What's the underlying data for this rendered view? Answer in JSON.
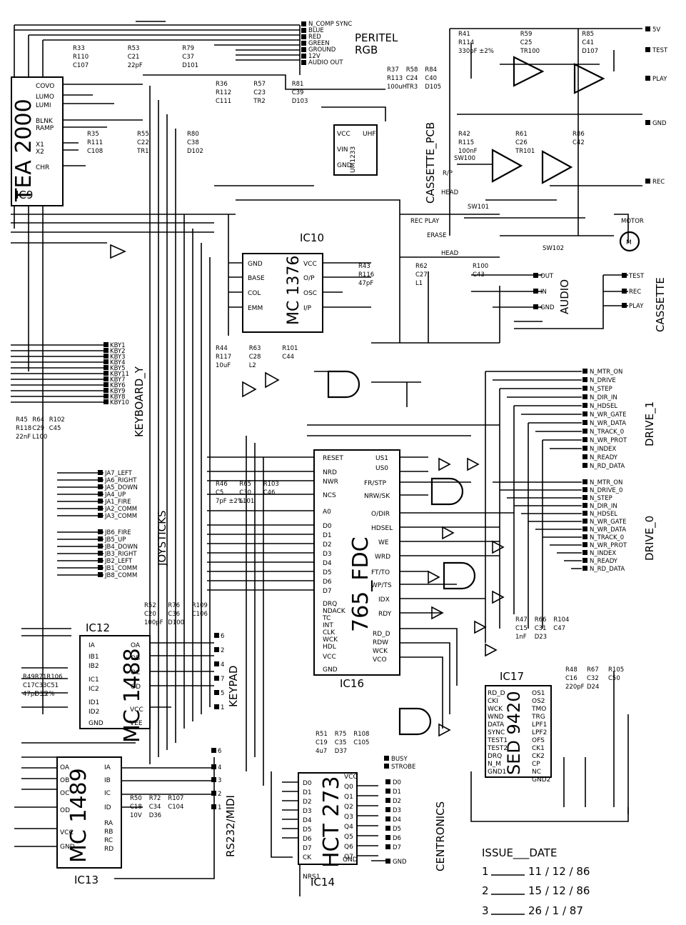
{
  "chips": {
    "tea2000": {
      "name": "TEA 2000",
      "ref": "IC9"
    },
    "mc1376": {
      "name": "MC 1376",
      "ref": "IC10"
    },
    "fdc": {
      "name": "765_FDC",
      "ref": "IC16"
    },
    "mc1488": {
      "name": "MC 1488",
      "ref": "IC12"
    },
    "mc1489": {
      "name": "MC 1489",
      "ref": "IC13"
    },
    "hct273": {
      "name": "HCT 273",
      "ref": "IC14"
    },
    "sed9420": {
      "name": "SED 9420",
      "ref": "IC17"
    },
    "uhf": {
      "name": "UM1233",
      "pins": [
        "VCC",
        "VIN",
        "GND",
        "UHF"
      ]
    }
  },
  "tea_pins": [
    "COVO",
    "LUMO",
    "LUMI",
    "BLNK",
    "RAMP",
    "X1",
    "X2",
    "CHR"
  ],
  "mc1376_pins": [
    "GND",
    "BASE",
    "COL",
    "EMM",
    "VCC",
    "O/P",
    "OSC",
    "I/P"
  ],
  "fdc_left_pins": [
    "RESET",
    "NRD",
    "NWR",
    "NCS",
    "A0",
    "D0",
    "D1",
    "D2",
    "D3",
    "D4",
    "D5",
    "D6",
    "D7",
    "DRQ",
    "NDACK",
    "TC",
    "INT",
    "CLK",
    "WCK",
    "HDL",
    "VCC",
    "GND"
  ],
  "fdc_right_pins": [
    "US1",
    "US0",
    "FR/STP",
    "NRW/SK",
    "O/DIR",
    "HDSEL",
    "WE",
    "WRD",
    "FT/TO",
    "WP/TS",
    "IDX",
    "RDY",
    "RD_D",
    "RDW",
    "WCK",
    "VCO"
  ],
  "mc1488_pins": [
    "IA",
    "IB1",
    "IB2",
    "IC1",
    "IC2",
    "ID1",
    "ID2",
    "GND",
    "OA",
    "OB",
    "OC",
    "OD",
    "VCC",
    "VEE"
  ],
  "mc1489_pins": [
    "OA",
    "OB",
    "OC",
    "OD",
    "VCC",
    "GND",
    "IA",
    "IB",
    "IC",
    "ID",
    "RA",
    "RB",
    "RC",
    "RD"
  ],
  "hct273_pins": [
    "D0",
    "D1",
    "D2",
    "D3",
    "D4",
    "D5",
    "D6",
    "D7",
    "CK",
    "NRS1",
    "Q0",
    "Q1",
    "Q2",
    "Q3",
    "Q4",
    "Q5",
    "Q6",
    "Q7",
    "VCC",
    "GND"
  ],
  "sed_pins": [
    "RD_D",
    "CKI",
    "WCK",
    "WND",
    "DATA",
    "SYNC",
    "TEST1",
    "TEST2",
    "DRQ",
    "N_M",
    "GND1",
    "OS1",
    "OS2",
    "TMO",
    "TRG",
    "LPF1",
    "LPF2",
    "OFS",
    "CK1",
    "CK2",
    "CP",
    "NC",
    "GND2"
  ],
  "peritel": {
    "title": "PERITEL",
    "subtitle": "RGB",
    "signals": [
      "N_COMP SYNC",
      "BLUE",
      "RED",
      "GREEN",
      "GROUND",
      "12V",
      "AUDIO OUT"
    ]
  },
  "cassette_pcb": {
    "title": "CASSETTE_PCB",
    "signals": [
      "5V",
      "TEST",
      "PLAY",
      "GND",
      "REC"
    ],
    "labels": [
      "HEAD",
      "R/P",
      "REC PLAY",
      "ERASE",
      "HEAD",
      "MOTOR",
      "SW100",
      "SW101",
      "SW102"
    ]
  },
  "audio": {
    "title": "AUDIO",
    "signals": [
      "OUT",
      "IN",
      "GND"
    ]
  },
  "cassette": {
    "title": "CASSETTE",
    "signals": [
      "TEST",
      "REC",
      "PLAY"
    ]
  },
  "keyboard": {
    "title": "KEYBOARD_Y",
    "signals": [
      "KBY1",
      "KBY2",
      "KBY3",
      "KBY4",
      "KBY5",
      "KBY11",
      "KBY7",
      "KBY6",
      "KBY9",
      "KBY8",
      "KBY10"
    ]
  },
  "joysticks": {
    "title": "JOYSTICKS",
    "signals": [
      "JA7_LEFT",
      "JA6_RIGHT",
      "JA5_DOWN",
      "JA4_UP",
      "JA1_FIRE",
      "JA2_COMM",
      "JA3_COMM",
      "JB6_FIRE",
      "JB5_UP",
      "JB4_DOWN",
      "JB3_RIGHT",
      "JB2_LEFT",
      "JB1_COMM",
      "JB8_COMM"
    ]
  },
  "keypad": {
    "title": "KEYPAD",
    "pins": [
      "6",
      "2",
      "4",
      "7",
      "5",
      "1"
    ]
  },
  "rs232": {
    "title": "RS232/MIDI",
    "pins": [
      "6",
      "4",
      "3",
      "2",
      "1"
    ]
  },
  "drive1": {
    "title": "DRIVE_1",
    "signals": [
      "N_MTR_ON",
      "N_DRIVE",
      "N_STEP",
      "N_DIR_IN",
      "N_HDSEL",
      "N_WR_GATE",
      "N_WR_DATA",
      "N_TRACK_0",
      "N_WR_PROT",
      "N_INDEX",
      "N_READY",
      "N_RD_DATA"
    ]
  },
  "drive0": {
    "title": "DRIVE_0",
    "signals": [
      "N_MTR_ON",
      "N_DRIVE_0",
      "N_STEP",
      "N_DIR_IN",
      "N_HDSEL",
      "N_WR_GATE",
      "N_WR_DATA",
      "N_TRACK_0",
      "N_WR_PROT",
      "N_INDEX",
      "N_READY",
      "N_RD_DATA"
    ]
  },
  "centronics": {
    "title": "CENTRONICS",
    "signals": [
      "BUSY",
      "STROBE",
      "D0",
      "D1",
      "D2",
      "D3",
      "D4",
      "D5",
      "D6",
      "D7",
      "GND"
    ]
  },
  "components": {
    "resistors": [
      "R33",
      "R35",
      "R36",
      "R37",
      "R41",
      "R42",
      "R43",
      "R44",
      "R45",
      "R46",
      "R47",
      "R48",
      "R49",
      "R50",
      "R51",
      "R52",
      "R53",
      "R55",
      "R57",
      "R58",
      "R59",
      "R61",
      "R62",
      "R63",
      "R64",
      "R65",
      "R66",
      "R67",
      "R71",
      "R72",
      "R75",
      "R76",
      "R79",
      "R80",
      "R81",
      "R84",
      "R85",
      "R86",
      "R100",
      "R101",
      "R102",
      "R103",
      "R104",
      "R105",
      "R106",
      "R107",
      "R108",
      "R109",
      "R110",
      "R111",
      "R112",
      "R113",
      "R114",
      "R115",
      "R116",
      "R117",
      "R118"
    ],
    "capacitors": [
      "C5",
      "C15",
      "C16",
      "C17",
      "C18",
      "C19",
      "C20",
      "C21",
      "C22",
      "C23",
      "C24",
      "C25",
      "C26",
      "C27",
      "C28",
      "C29",
      "C30",
      "C31",
      "C32",
      "C33",
      "C34",
      "C35",
      "C36",
      "C37",
      "C38",
      "C39",
      "C40",
      "C41",
      "C42",
      "C43",
      "C44",
      "C45",
      "C46",
      "C47",
      "C50",
      "C51",
      "C104",
      "C105",
      "C106",
      "C107",
      "C108",
      "C111"
    ],
    "values": [
      "100uH",
      "330pF ±2%",
      "100nF",
      "47pF",
      "10uF",
      "22nF",
      "7pF ±2%",
      "1nF",
      "220pF",
      "47pF ±2%",
      "10V",
      "4u7",
      "100pF",
      "22pF"
    ],
    "transistors": [
      "TR1",
      "TR2",
      "TR3",
      "TR100",
      "TR101"
    ],
    "inductors": [
      "L1",
      "L2",
      "L100",
      "L101"
    ],
    "diodes": [
      "D23",
      "D24",
      "D35",
      "D36",
      "D37",
      "D100",
      "D101",
      "D102",
      "D103",
      "D105",
      "D107"
    ]
  },
  "revisions": {
    "header": "ISSUE___DATE",
    "rows": [
      {
        "issue": "1",
        "date": "11 / 12 / 86"
      },
      {
        "issue": "2",
        "date": "15 / 12 / 86"
      },
      {
        "issue": "3",
        "date": "26 / 1 / 87"
      }
    ]
  }
}
